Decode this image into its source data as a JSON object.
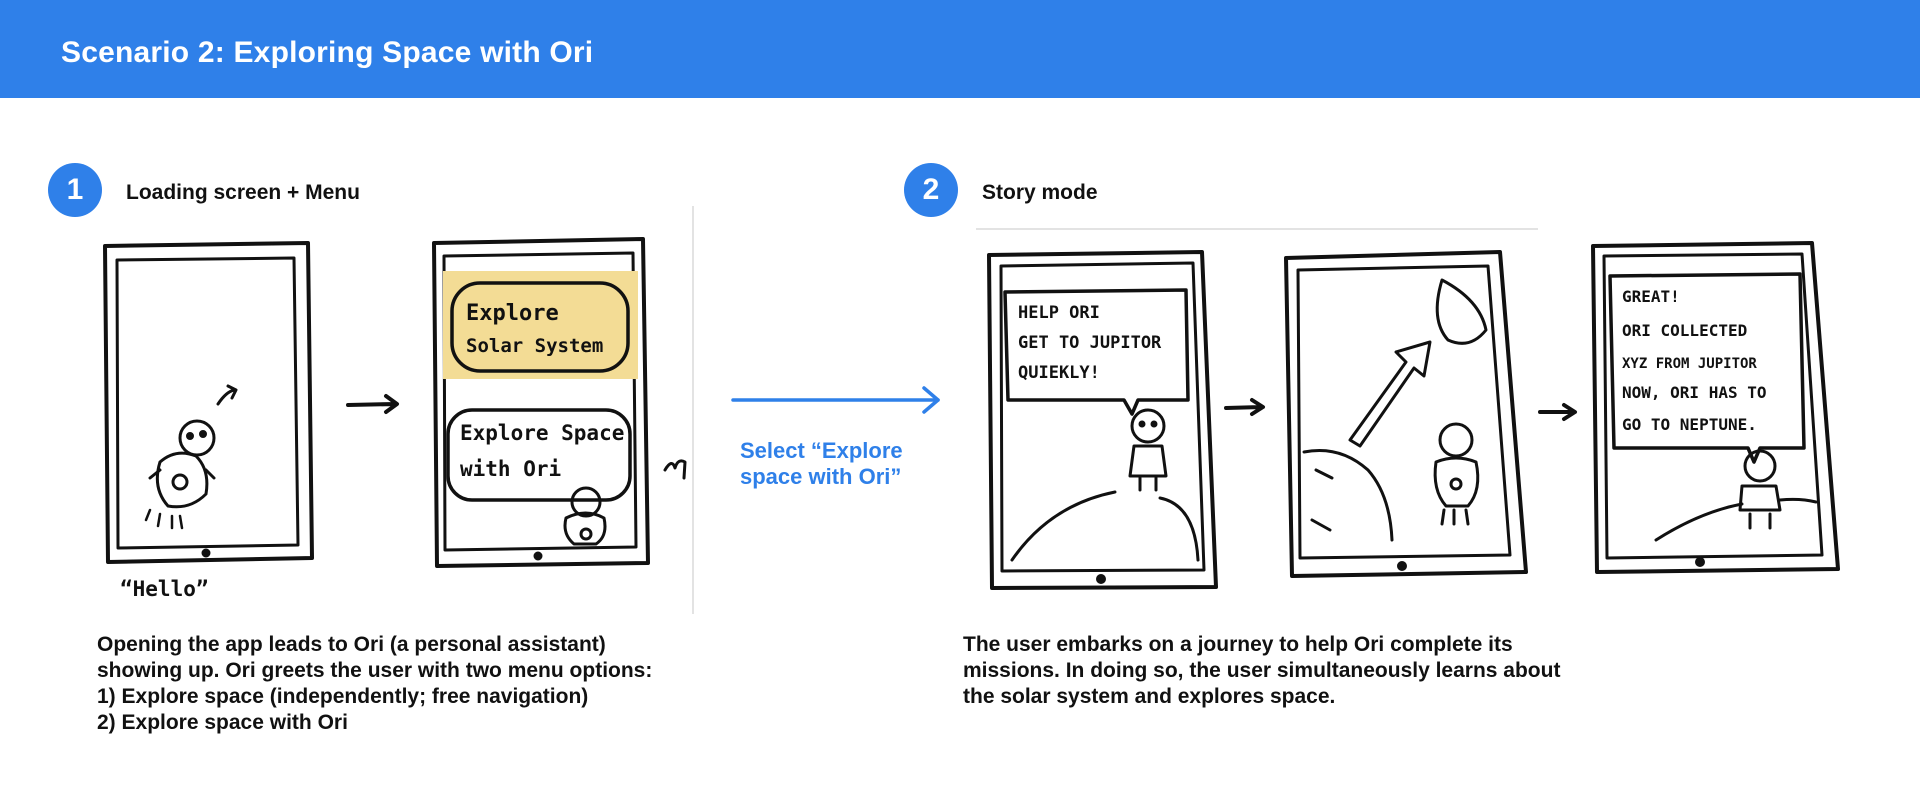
{
  "header": {
    "title": "Scenario 2: Exploring Space with Ori"
  },
  "step1": {
    "number": "1",
    "title": "Loading screen + Menu",
    "sketch": {
      "caption": "“Hello”",
      "menu_option_1": [
        "Explore",
        "Solar System"
      ],
      "menu_option_2": [
        "Explore Space",
        "with Ori"
      ]
    },
    "description": [
      "Opening the app leads to Ori (a personal assistant)",
      "showing up. Ori greets the user with two menu options:",
      "1) Explore space (independently; free navigation)",
      "2) Explore space with Ori"
    ]
  },
  "transition": {
    "label_lines": [
      "Select “Explore",
      "space with Ori”"
    ],
    "color": "#2F80E9"
  },
  "step2": {
    "number": "2",
    "title": "Story mode",
    "sketch": {
      "bubble_1": [
        "HELP ORI",
        "GET TO JUPITOR",
        "QUIEKLY!"
      ],
      "bubble_3": [
        "GREAT!",
        "ORI COLLECTED",
        "XYZ FROM JUPITOR",
        "NOW, ORI HAS TO",
        "GO TO NEPTUNE."
      ]
    },
    "description": [
      "The user embarks on a journey to help Ori complete its",
      "missions. In doing so, the user simultaneously learns about",
      "the solar system and explores space."
    ]
  },
  "colors": {
    "accent": "#2F80E9",
    "highlight": "#F3DC95",
    "ink": "#111111"
  }
}
